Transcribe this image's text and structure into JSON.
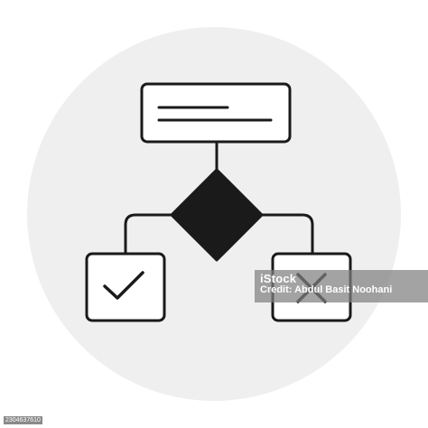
{
  "watermark": {
    "brand": "iStock",
    "credit": "Credit: Abdul Basit Noohani"
  },
  "stock_id": "2304637610",
  "colors": {
    "background": "#ffffff",
    "circle": "#efefef",
    "stroke": "#1a1a1a",
    "decision_fill": "#1a1a1a",
    "box_fill": "#ffffff"
  },
  "icons": {
    "process_node": "rectangle-with-text-lines",
    "decision_node": "filled-diamond",
    "yes_outcome": "checkmark",
    "no_outcome": "cross"
  }
}
